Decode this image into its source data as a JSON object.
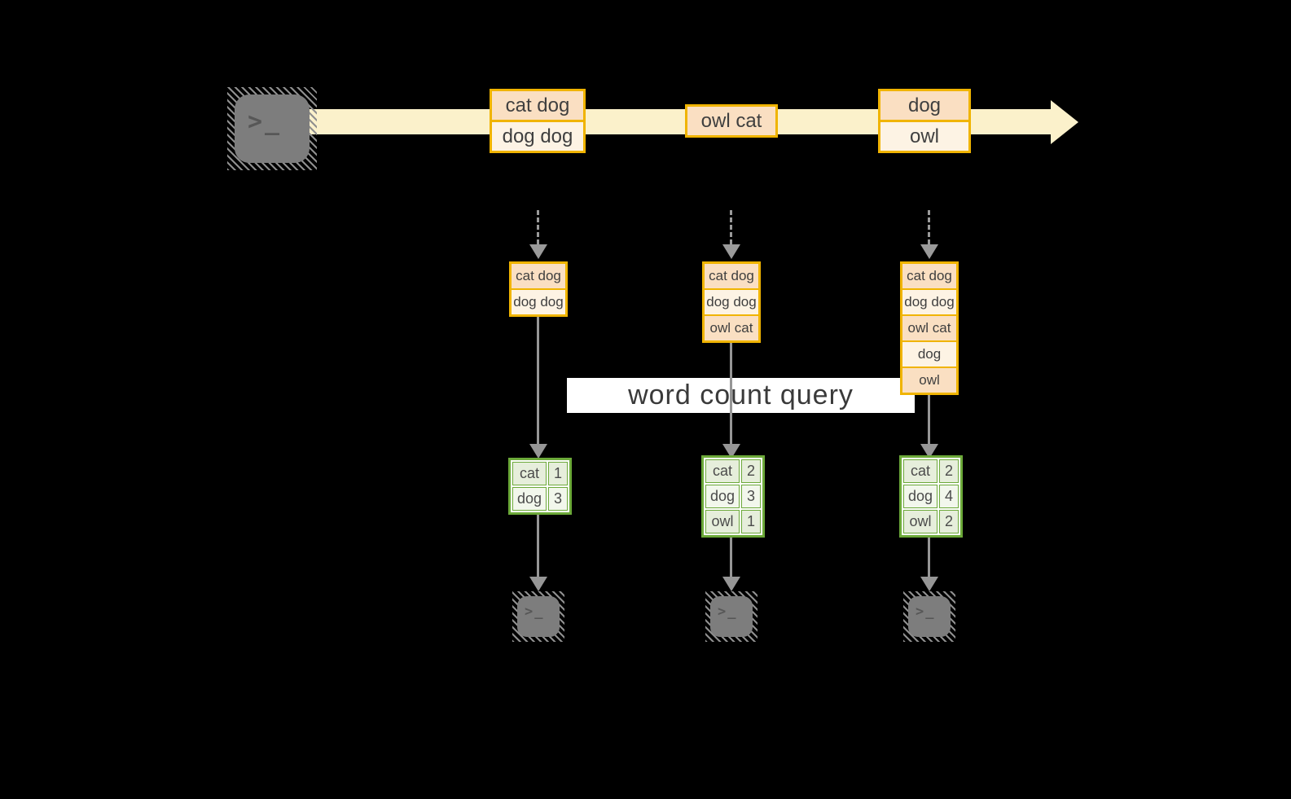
{
  "icons": {
    "terminal_glyph": ">_"
  },
  "query": {
    "label": "word count query"
  },
  "stream": {
    "batches": [
      {
        "rows": [
          "cat dog",
          "dog dog"
        ]
      },
      {
        "rows": [
          "owl cat"
        ]
      },
      {
        "rows": [
          "dog",
          "owl"
        ]
      }
    ]
  },
  "columns": [
    {
      "state_rows": [
        "cat dog",
        "dog dog"
      ],
      "counts": {
        "rows": [
          [
            "cat",
            "1"
          ],
          [
            "dog",
            "3"
          ]
        ]
      }
    },
    {
      "state_rows": [
        "cat dog",
        "dog dog",
        "owl cat"
      ],
      "counts": {
        "rows": [
          [
            "cat",
            "2"
          ],
          [
            "dog",
            "3"
          ],
          [
            "owl",
            "1"
          ]
        ]
      }
    },
    {
      "state_rows": [
        "cat dog",
        "dog dog",
        "owl cat",
        "dog",
        "owl"
      ],
      "counts": {
        "rows": [
          [
            "cat",
            "2"
          ],
          [
            "dog",
            "4"
          ],
          [
            "owl",
            "2"
          ]
        ]
      }
    }
  ],
  "colors": {
    "stream_yellow": "#fbf1cb",
    "amber_border": "#f0b400",
    "peach_row": "#fadfc2",
    "cream_row": "#fdf3e4",
    "green_border": "#6ca939",
    "cell_green_dark": "#e6eedb",
    "cell_green_light": "#f2f7ec",
    "arrow_gray": "#969696",
    "terminal_gray": "#7d7d7d",
    "background": "#000000"
  }
}
